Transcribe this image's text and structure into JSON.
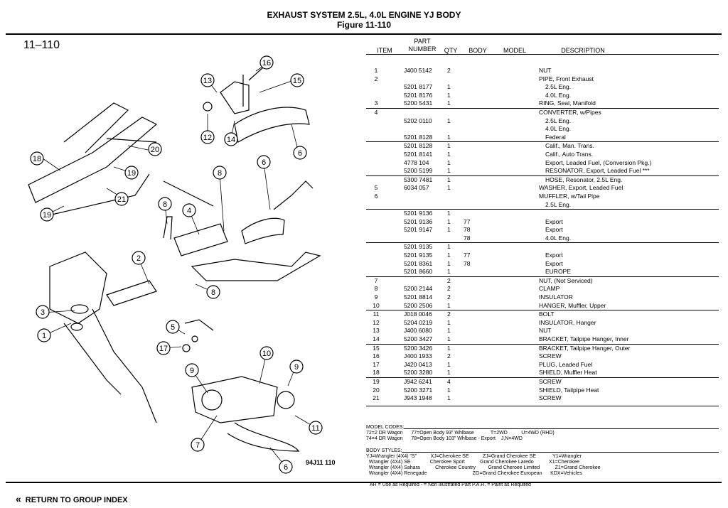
{
  "header": {
    "title": "EXHAUST SYSTEM 2.5L, 4.0L ENGINE YJ BODY",
    "subtitle": "Figure  11-110"
  },
  "figure_number": "11–110",
  "diagram_code": "94J11  110",
  "callouts": [
    "16",
    "13",
    "15",
    "12",
    "14",
    "6",
    "20",
    "18",
    "19",
    "21",
    "19",
    "8",
    "6",
    "8",
    "4",
    "2",
    "8",
    "3",
    "1",
    "5",
    "17",
    "10",
    "9",
    "9",
    "7",
    "11",
    "6"
  ],
  "columns": {
    "item": "ITEM",
    "part_line1": "PART",
    "part_line2": "NUMBER",
    "qty": "QTY",
    "body": "BODY",
    "model": "MODEL",
    "desc": "DESCRIPTION"
  },
  "rows": [
    {
      "item": "1",
      "part": "J400 5142",
      "qty": "2",
      "body": "",
      "desc": "NUT",
      "ind": false,
      "sep": false
    },
    {
      "item": "2",
      "part": "",
      "qty": "",
      "body": "",
      "desc": "PIPE, Front Exhaust",
      "ind": false,
      "sep": false
    },
    {
      "item": "",
      "part": "5201 8177",
      "qty": "1",
      "body": "",
      "desc": "2.5L Eng.",
      "ind": true,
      "sep": false
    },
    {
      "item": "",
      "part": "5201 8176",
      "qty": "1",
      "body": "",
      "desc": "4.0L Eng.",
      "ind": true,
      "sep": false
    },
    {
      "item": "3",
      "part": "5200 5431",
      "qty": "1",
      "body": "",
      "desc": "RING, Seal, Manifold",
      "ind": false,
      "sep": false
    },
    {
      "item": "4",
      "part": "",
      "qty": "",
      "body": "",
      "desc": "CONVERTER, w/Pipes",
      "ind": false,
      "sep": true
    },
    {
      "item": "",
      "part": "5202 0110",
      "qty": "1",
      "body": "",
      "desc": "2.5L Eng.",
      "ind": true,
      "sep": false
    },
    {
      "item": "",
      "part": "",
      "qty": "",
      "body": "",
      "desc": "4.0L Eng.",
      "ind": true,
      "sep": false
    },
    {
      "item": "",
      "part": "5201 8128",
      "qty": "1",
      "body": "",
      "desc": "Federal",
      "ind": true,
      "sep": false
    },
    {
      "item": "",
      "part": "5201 8128",
      "qty": "1",
      "body": "",
      "desc": "Calif., Man. Trans.",
      "ind": true,
      "sep": true
    },
    {
      "item": "",
      "part": "5201 8141",
      "qty": "1",
      "body": "",
      "desc": "Calif., Auto Trans.",
      "ind": true,
      "sep": false
    },
    {
      "item": "",
      "part": "4778 104",
      "qty": "1",
      "body": "",
      "desc": "Export, Leaded Fuel, (Conversion Pkg.)",
      "ind": true,
      "sep": false
    },
    {
      "item": "",
      "part": "5200 5199",
      "qty": "1",
      "body": "",
      "desc": "RESONATOR, Export, Leaded Fuel ***",
      "ind": true,
      "sep": false
    },
    {
      "item": "",
      "part": "5300 7481",
      "qty": "1",
      "body": "",
      "desc": "HOSE, Resonator, 2.5L Eng.",
      "ind": true,
      "sep": true
    },
    {
      "item": "5",
      "part": "6034 057",
      "qty": "1",
      "body": "",
      "desc": "WASHER, Export, Leaded Fuel",
      "ind": false,
      "sep": false
    },
    {
      "item": "6",
      "part": "",
      "qty": "",
      "body": "",
      "desc": "MUFFLER, w/Tail Pipe",
      "ind": false,
      "sep": false
    },
    {
      "item": "",
      "part": "",
      "qty": "",
      "body": "",
      "desc": "2.5L Eng.",
      "ind": true,
      "sep": false
    },
    {
      "item": "",
      "part": "5201 9136",
      "qty": "1",
      "body": "",
      "desc": "",
      "ind": true,
      "sep": true
    },
    {
      "item": "",
      "part": "5201 9136",
      "qty": "1",
      "body": "77",
      "desc": "Export",
      "ind": true,
      "sep": false
    },
    {
      "item": "",
      "part": "5201 9147",
      "qty": "1",
      "body": "78",
      "desc": "Export",
      "ind": true,
      "sep": false
    },
    {
      "item": "",
      "part": "",
      "qty": "",
      "body": "78",
      "desc": "4.0L Eng.",
      "ind": true,
      "sep": false
    },
    {
      "item": "",
      "part": "5201 9135",
      "qty": "1",
      "body": "",
      "desc": "",
      "ind": true,
      "sep": true
    },
    {
      "item": "",
      "part": "5201 9135",
      "qty": "1",
      "body": "77",
      "desc": "Export",
      "ind": true,
      "sep": false
    },
    {
      "item": "",
      "part": "5201 8361",
      "qty": "1",
      "body": "78",
      "desc": "Export",
      "ind": true,
      "sep": false
    },
    {
      "item": "",
      "part": "5201 8660",
      "qty": "1",
      "body": "",
      "desc": "EUROPE",
      "ind": true,
      "sep": false
    },
    {
      "item": "7",
      "part": "",
      "qty": "2",
      "body": "",
      "desc": "NUT, (Not Serviced)",
      "ind": false,
      "sep": true
    },
    {
      "item": "8",
      "part": "5200 2144",
      "qty": "2",
      "body": "",
      "desc": "CLAMP",
      "ind": false,
      "sep": false
    },
    {
      "item": "9",
      "part": "5201 8814",
      "qty": "2",
      "body": "",
      "desc": "INSULATOR",
      "ind": false,
      "sep": false
    },
    {
      "item": "10",
      "part": "5200 2506",
      "qty": "1",
      "body": "",
      "desc": "HANGER, Muffler, Upper",
      "ind": false,
      "sep": false
    },
    {
      "item": "11",
      "part": "J018 0046",
      "qty": "2",
      "body": "",
      "desc": "BOLT",
      "ind": false,
      "sep": true
    },
    {
      "item": "12",
      "part": "5204 0219",
      "qty": "1",
      "body": "",
      "desc": "INSULATOR, Hanger",
      "ind": false,
      "sep": false
    },
    {
      "item": "13",
      "part": "J400 6080",
      "qty": "1",
      "body": "",
      "desc": "NUT",
      "ind": false,
      "sep": false
    },
    {
      "item": "14",
      "part": "5200 3427",
      "qty": "1",
      "body": "",
      "desc": "BRACKET, Tailpipe Hanger, Inner",
      "ind": false,
      "sep": false
    },
    {
      "item": "15",
      "part": "5200 3426",
      "qty": "1",
      "body": "",
      "desc": "BRACKET, Tailpipe Hanger, Outer",
      "ind": false,
      "sep": true
    },
    {
      "item": "16",
      "part": "J400 1933",
      "qty": "2",
      "body": "",
      "desc": "SCREW",
      "ind": false,
      "sep": false
    },
    {
      "item": "17",
      "part": "J420 0413",
      "qty": "1",
      "body": "",
      "desc": "PLUG, Leaded Fuel",
      "ind": false,
      "sep": false
    },
    {
      "item": "18",
      "part": "5200 3280",
      "qty": "1",
      "body": "",
      "desc": "SHIELD, Muffler Heat",
      "ind": false,
      "sep": false
    },
    {
      "item": "19",
      "part": "J942 6241",
      "qty": "4",
      "body": "",
      "desc": "SCREW",
      "ind": false,
      "sep": true
    },
    {
      "item": "20",
      "part": "5200 3271",
      "qty": "1",
      "body": "",
      "desc": "SHIELD, Tailpipe Heat",
      "ind": false,
      "sep": false
    },
    {
      "item": "21",
      "part": "J943 1948",
      "qty": "1",
      "body": "",
      "desc": "SCREW",
      "ind": false,
      "sep": false
    }
  ],
  "model_codes": {
    "label": "MODEL CODES:",
    "lines": [
      "72=2 DR Wagon      77=Open Body 93\" Whlbase            T=2WD          U=4WD (RHD)",
      "74=4 DR Wagon      78=Open Body 103\" Whlbase - Export    J,N=4WD"
    ]
  },
  "body_styles": {
    "label": "BODY STYLES:",
    "lines": [
      "YJ=Wrangler (4X4) \"S\"          XJ=Cherokee SE          ZJ=Grand Cherokee SE            Y1=Wrangler",
      "  Wrangler (4X4) SE              Cherokee Sport           Grand Cherokee Laredo           X1=Cherokee",
      "  Wrangler (4X4) Sahara           Cherokee Country         Grand Cheroee Limited           Z1=Grand Cherokee",
      "  Wrangler (4X4) Renegade                                 ZG=Grand Cherokee European      KDX=Vehicles"
    ]
  },
  "footer_note": "AR = Use as Required   - = Non Illustrated Part   P.A.R. = Paint as Required",
  "nav": {
    "return_label": "RETURN TO GROUP INDEX",
    "return_icon": "double-chevron-left-icon"
  }
}
